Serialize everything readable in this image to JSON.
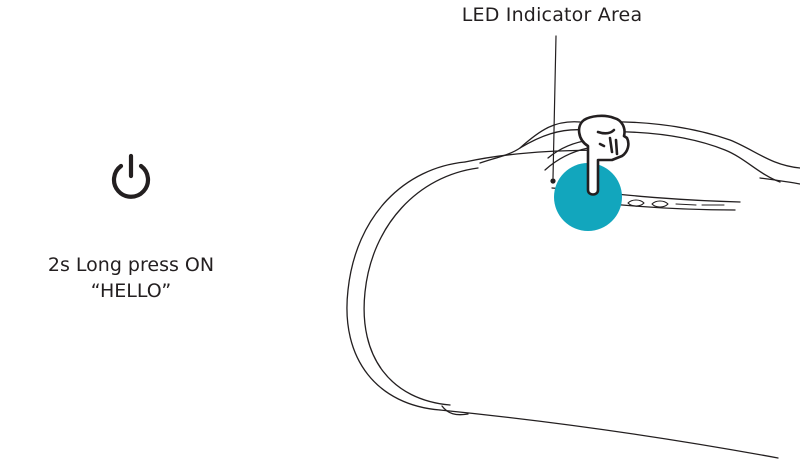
{
  "callout": {
    "label": "LED Indicator Area"
  },
  "instruction": {
    "icon": "power-icon",
    "line1": "2s Long press ON",
    "line2": "“HELLO”"
  },
  "colors": {
    "line": "#231f20",
    "touch_highlight": "#12a6bd",
    "background": "#ffffff"
  }
}
